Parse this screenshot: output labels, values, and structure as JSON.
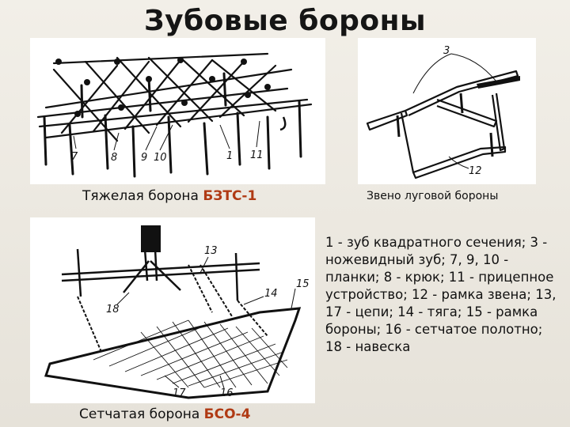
{
  "title": "Зубовые бороны",
  "figures": {
    "heavy": {
      "caption": "Тяжелая борона ",
      "model": "БЗТС-1",
      "numbers": [
        "7",
        "8",
        "9",
        "10",
        "1",
        "11"
      ]
    },
    "meadow": {
      "caption": "Звено луговой бороны",
      "numbers": [
        "3",
        "12"
      ]
    },
    "mesh": {
      "caption": "Сетчатая борона ",
      "model": "БСО-4",
      "numbers": [
        "13",
        "14",
        "15",
        "18",
        "17",
        "16"
      ]
    }
  },
  "legend": "1 - зуб квадратного сечения; 3 - ножевидный зуб; 7, 9, 10 - планки; 8 - крюк; 11 - прицепное устройство; 12 - рамка звена; 13, 17 - цепи; 14 - тяга; 15 - рамка бороны; 16 - сетчатое полотно; 18 - навеска"
}
